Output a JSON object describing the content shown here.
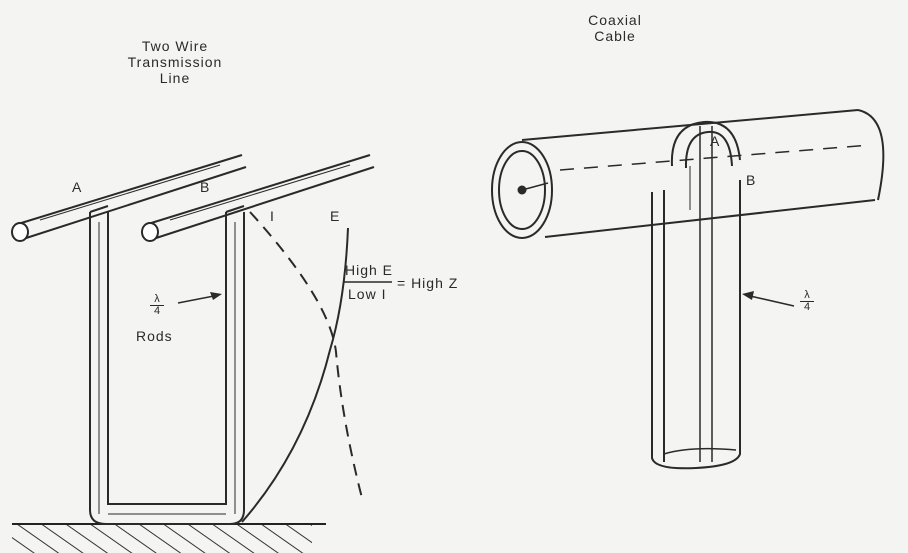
{
  "left_figure": {
    "title_line1": "Two Wire",
    "title_line2": "Transmission",
    "title_line3": "Line",
    "label_a": "A",
    "label_b": "B",
    "label_i": "I",
    "label_e": "E",
    "rods_label": "Rods",
    "lambda": "λ",
    "four": "4",
    "high_e": "High E",
    "low_i": "Low I",
    "equals_high_z": "= High Z"
  },
  "right_figure": {
    "title_line1": "Coaxial",
    "title_line2": "Cable",
    "label_a": "A",
    "label_b": "B",
    "lambda": "λ",
    "four": "4"
  }
}
